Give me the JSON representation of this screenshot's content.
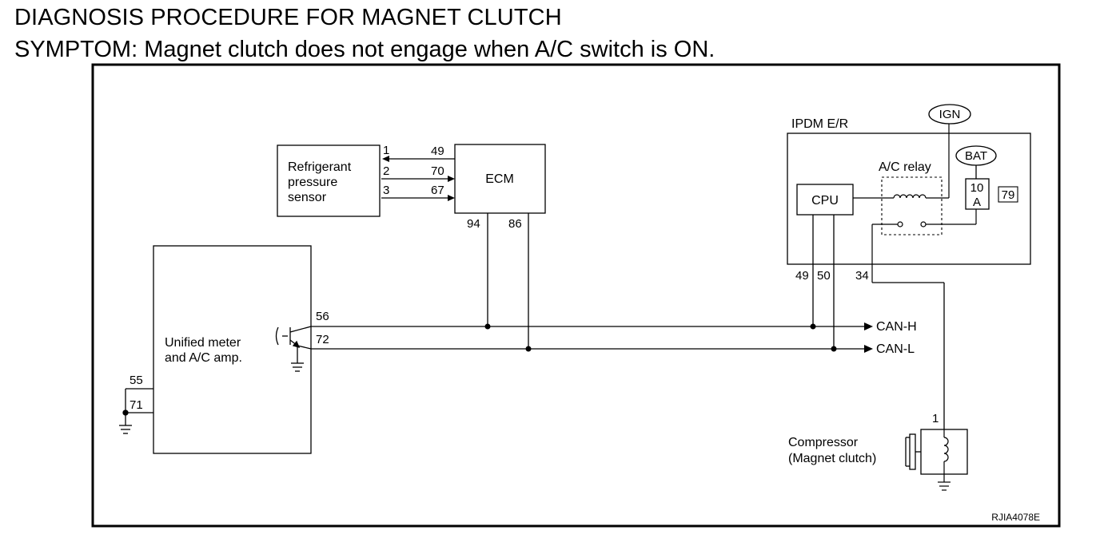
{
  "header": {
    "title": "DIAGNOSIS PROCEDURE FOR MAGNET CLUTCH",
    "subtitle": "SYMPTOM: Magnet clutch does not engage when A/C switch is ON."
  },
  "diagram": {
    "figure_code": "RJIA4078E",
    "refrigerant_sensor": {
      "label_lines": [
        "Refrigerant",
        "pressure",
        "sensor"
      ],
      "pins": [
        "1",
        "2",
        "3"
      ]
    },
    "ecm": {
      "label": "ECM",
      "input_pins": [
        "49",
        "70",
        "67"
      ],
      "bottom_pins": [
        "94",
        "86"
      ]
    },
    "unified_meter": {
      "label_lines": [
        "Unified meter",
        "and A/C amp."
      ],
      "pins": {
        "can_h": "56",
        "can_l": "72",
        "ground_a": "55",
        "ground_b": "71"
      }
    },
    "ipdm": {
      "label": "IPDM E/R",
      "cpu_label": "CPU",
      "relay_label": "A/C relay",
      "ign_label": "IGN",
      "bat_label": "BAT",
      "fuse_amp": "10",
      "fuse_unit": "A",
      "fuse_number": "79",
      "pins": [
        "49",
        "50",
        "34"
      ]
    },
    "can_lines": {
      "high": "CAN-H",
      "low": "CAN-L"
    },
    "compressor": {
      "label_lines": [
        "Compressor",
        "(Magnet clutch)"
      ],
      "pin": "1"
    }
  }
}
